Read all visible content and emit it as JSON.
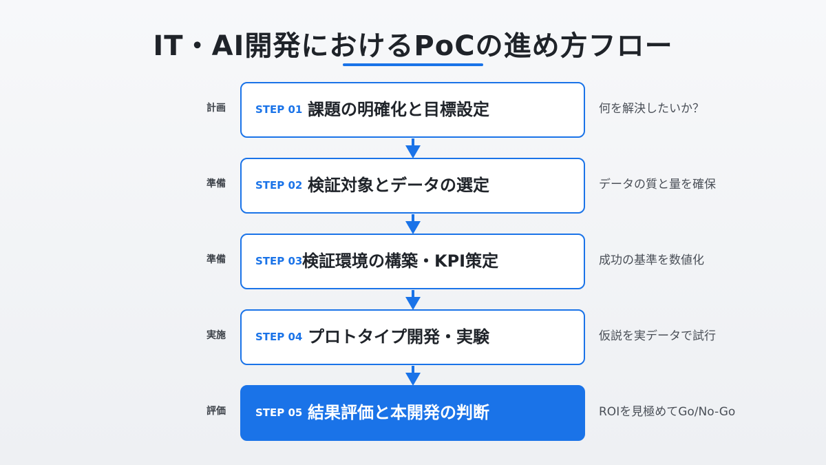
{
  "title": "IT・AI開発におけるPoCの進め方フロー",
  "accent_color": "#1a73e8",
  "steps": [
    {
      "phase": "計画",
      "label": "STEP 01",
      "title": "課題の明確化と目標設定",
      "note": "何を解決したいか？",
      "active": false
    },
    {
      "phase": "準備",
      "label": "STEP 02",
      "title": "検証対象とデータの選定",
      "note": "データの質と量を確保",
      "active": false
    },
    {
      "phase": "準備",
      "label": "STEP 03",
      "title": "検証環境の構築・KPI策定",
      "note": "成功の基準を数値化",
      "active": false
    },
    {
      "phase": "実施",
      "label": "STEP 04",
      "title": "プロトタイプ開発・実験",
      "note": "仮説を実データで試行",
      "active": false
    },
    {
      "phase": "評価",
      "label": "STEP 05",
      "title": "結果評価と本開発の判断",
      "note": "ROIを見極めてGo/No-Go",
      "active": true
    }
  ]
}
